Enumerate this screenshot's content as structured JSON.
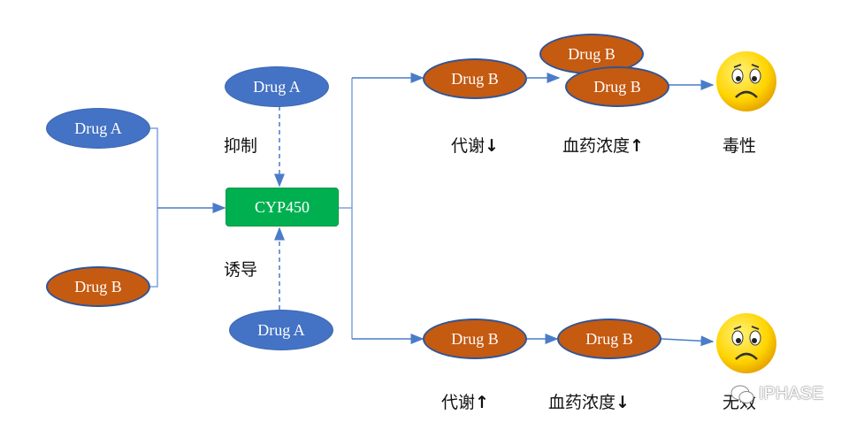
{
  "nodes": {
    "left_drug_a": "Drug A",
    "left_drug_b": "Drug B",
    "top_drug_a": "Drug A",
    "bottom_drug_a": "Drug A",
    "cyp": "CYP450",
    "upper_drug_b_1": "Drug B",
    "upper_drug_b_back": "Drug B",
    "upper_drug_b_front": "Drug B",
    "lower_drug_b_1": "Drug B",
    "lower_drug_b_2": "Drug B"
  },
  "labels": {
    "inhibit": "抑制",
    "induce": "诱导",
    "metabolism_down": "代谢",
    "conc_up": "血药浓度",
    "toxicity": "毒性",
    "metabolism_up": "代谢",
    "conc_down": "血药浓度",
    "ineffective": "无效",
    "arrow_down": "↓",
    "arrow_up": "↑"
  },
  "watermark": "IPHASE",
  "colors": {
    "blue": "#4472c4",
    "orange": "#c55a11",
    "green": "#00b050",
    "line": "#4a7cc9",
    "face": "#ffd400"
  },
  "icons": [
    "sad-face-icon",
    "wechat-icon"
  ]
}
